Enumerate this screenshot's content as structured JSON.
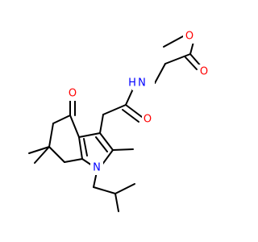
{
  "atoms": {
    "o_ester_single": {
      "label": "O",
      "color": "#ff0000"
    },
    "o_ester_carbonyl": {
      "label": "O",
      "color": "#ff0000"
    },
    "n_amide": {
      "label": "N",
      "color": "#0000ff"
    },
    "h_amide": {
      "label": "H",
      "color": "#0000ff"
    },
    "o_amide": {
      "label": "O",
      "color": "#ff0000"
    },
    "o_ketone": {
      "label": "O",
      "color": "#ff0000"
    },
    "n_indole": {
      "label": "N",
      "color": "#0000ff"
    }
  }
}
